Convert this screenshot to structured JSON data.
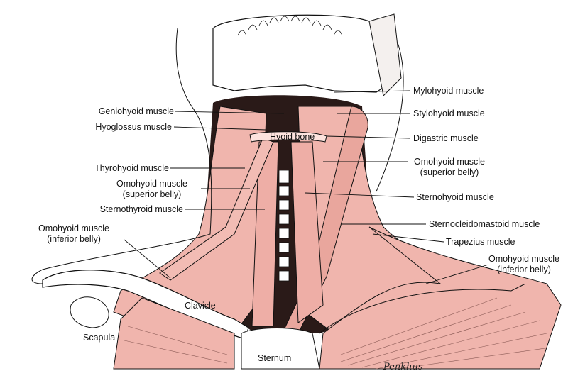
{
  "labels": {
    "mylohyoid": "Mylohyoid muscle",
    "geniohyoid": "Geniohyoid muscle",
    "stylohyoid": "Stylohyoid muscle",
    "hyoglossus": "Hyoglossus muscle",
    "hyoid_bone": "Hyoid bone",
    "digastric": "Digastric muscle",
    "thyrohyoid": "Thyrohyoid muscle",
    "omohyoid_sup_right_1": "Omohyoid muscle",
    "omohyoid_sup_right_2": "(superior belly)",
    "omohyoid_sup_left_1": "Omohyoid muscle",
    "omohyoid_sup_left_2": "(superior belly)",
    "sternohyoid": "Sternohyoid muscle",
    "sternothyroid": "Sternothyroid muscle",
    "scm": "Sternocleidomastoid muscle",
    "omohyoid_inf_left_1": "Omohyoid muscle",
    "omohyoid_inf_left_2": "(inferior belly)",
    "trapezius": "Trapezius muscle",
    "omohyoid_inf_right_1": "Omohyoid muscle",
    "omohyoid_inf_right_2": "(inferior belly)",
    "clavicle": "Clavicle",
    "scapula": "Scapula",
    "sternum": "Sternum"
  },
  "signature": "Penkhus",
  "colors": {
    "muscle": "#f0b5ad",
    "muscle_dark": "#c98d85",
    "shadow": "#2a1a18",
    "bone": "#ffffff",
    "line": "#111111"
  }
}
